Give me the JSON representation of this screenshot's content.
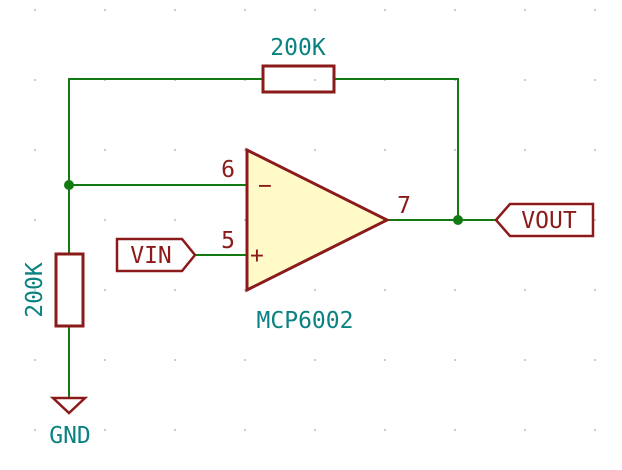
{
  "schematic": {
    "feedback_resistor": {
      "value": "200K"
    },
    "ground_resistor": {
      "value": "200K"
    },
    "opamp": {
      "part_number": "MCP6002",
      "pin_inverting": "6",
      "pin_noninverting": "5",
      "pin_output": "7",
      "sign_inverting": "−",
      "sign_noninverting": "+"
    },
    "input_label": "VIN",
    "output_label": "VOUT",
    "ground_label": "GND"
  },
  "colors": {
    "wire": "#137a13",
    "component": "#8b1a1a",
    "opamp_fill": "#fffac8",
    "text": "#0a8282",
    "grid_dot": "#bdbdbd"
  }
}
